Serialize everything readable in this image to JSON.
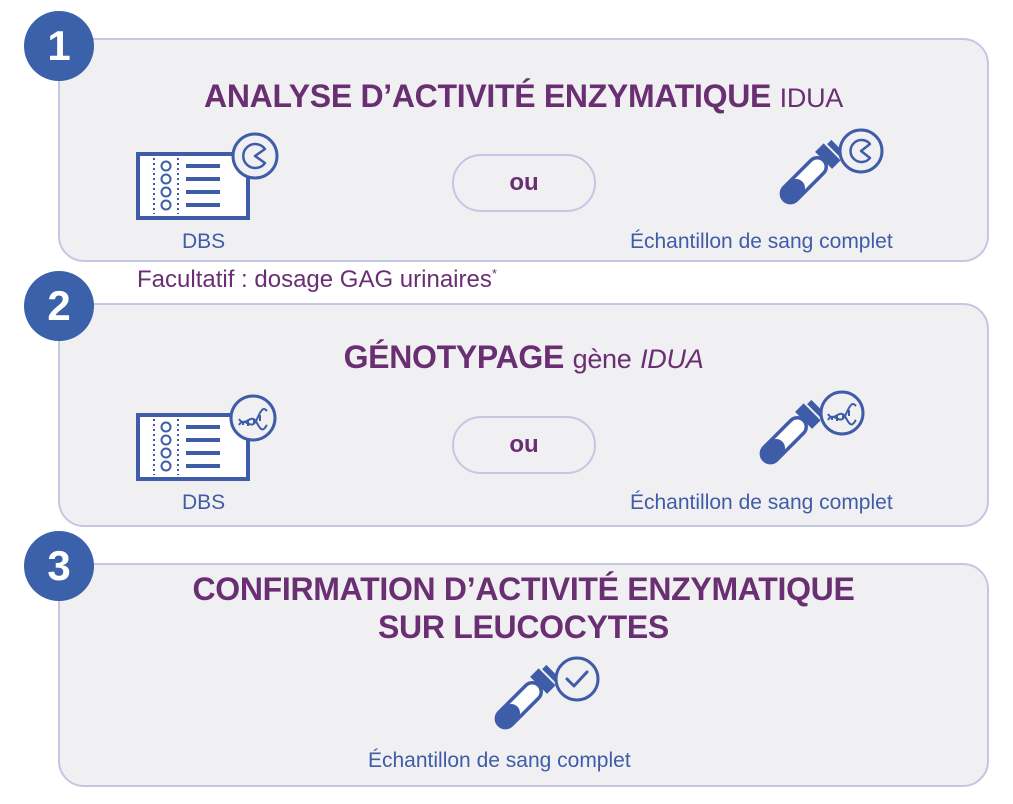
{
  "steps": [
    {
      "number": "1",
      "title_bold": "ANALYSE D’ACTIVITÉ ENZYMATIQUE",
      "title_light": "IDUA",
      "or_label": "ou",
      "left_label": "DBS",
      "right_label": "Échantillon de sang complet",
      "icon": "enzyme-icon"
    },
    {
      "number": "2",
      "title_bold": "GÉNOTYPAGE",
      "title_light": "gène",
      "title_italic": "IDUA",
      "or_label": "ou",
      "left_label": "DBS",
      "right_label": "Échantillon de sang complet",
      "icon": "dna-icon"
    },
    {
      "number": "3",
      "title_line1": "CONFIRMATION D’ACTIVITÉ ENZYMATIQUE",
      "title_line2": "SUR LEUCOCYTES",
      "label": "Échantillon de sang complet",
      "icon": "check-icon"
    }
  ],
  "optional_note": {
    "text": "Facultatif : dosage GAG urinaires",
    "marker": "*"
  },
  "colors": {
    "title": "#6a2f73",
    "badge": "#3b61aa",
    "icon": "#3f5ca8",
    "panel_bg": "#f0f0f2",
    "panel_border": "#c3c7e2"
  }
}
